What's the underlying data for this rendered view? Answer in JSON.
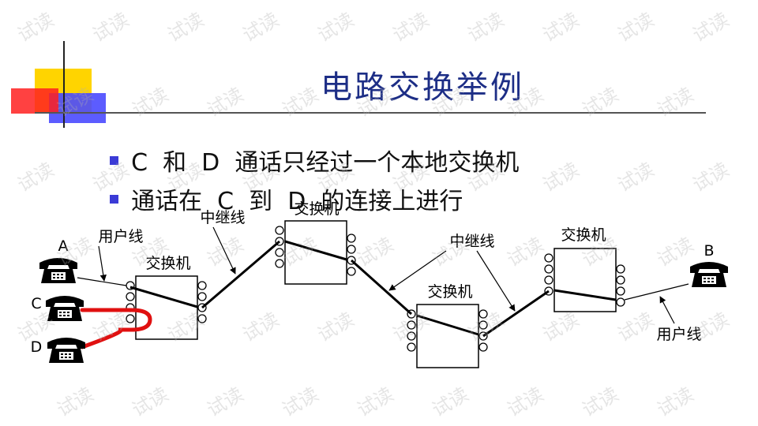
{
  "title": "电路交换举例",
  "bullets": [
    "C  和  D  通话只经过一个本地交换机",
    "通话在  C  到  D  的连接上进行"
  ],
  "watermark": "试读",
  "diagram": {
    "phones": {
      "a": "A",
      "b": "B",
      "c": "C",
      "d": "D"
    },
    "switch_label": "交换机",
    "trunk_label": "中继线",
    "user_line_label": "用户线"
  },
  "colors": {
    "title": "#1d2e86",
    "bullet_marker": "#3b3bd6",
    "local_call": "#e01010"
  }
}
